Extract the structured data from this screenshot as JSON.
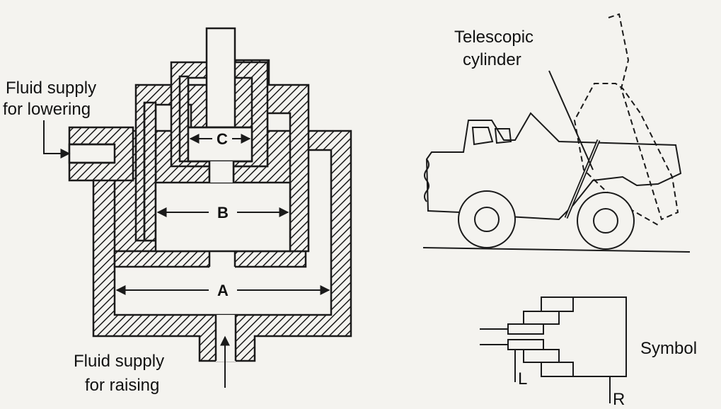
{
  "labels": {
    "lowering_line1": "Fluid supply",
    "lowering_line2": "for lowering",
    "raising_line1": "Fluid supply",
    "raising_line2": "for raising",
    "dim_a": "A",
    "dim_b": "B",
    "dim_c": "C",
    "telescopic_line1": "Telescopic",
    "telescopic_line2": "cylinder",
    "symbol": "Symbol",
    "port_l": "L",
    "port_r": "R"
  },
  "colors": {
    "ink": "#1a1a1a",
    "paper": "#f4f3ef"
  }
}
